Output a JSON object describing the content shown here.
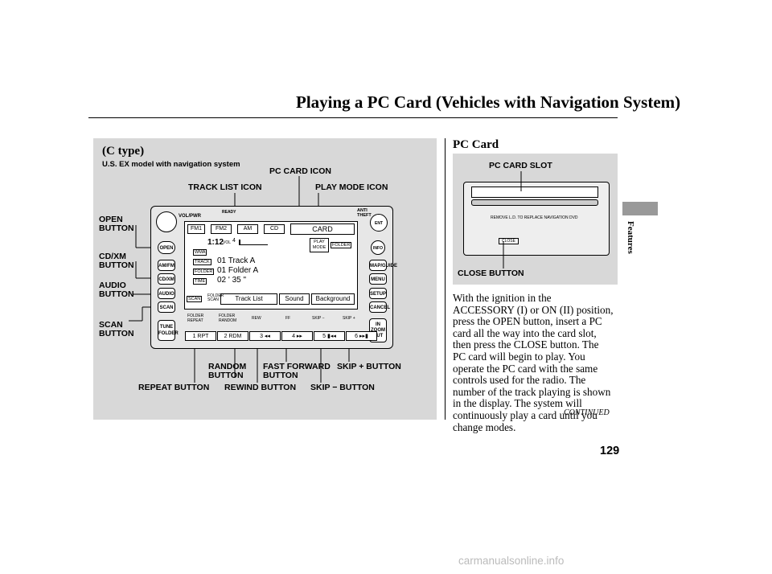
{
  "page": {
    "title": "Playing a PC Card (Vehicles with Navigation System)",
    "side_tab": "Features",
    "page_number": "129",
    "continued": "CONTINUED",
    "watermark": "carmanualsonline.info"
  },
  "left_figure": {
    "heading": "(C type)",
    "subheading": "U.S. EX model with navigation system",
    "callouts": {
      "pc_card_icon": "PC CARD ICON",
      "track_list_icon": "TRACK LIST ICON",
      "play_mode_icon": "PLAY MODE ICON",
      "open_button": [
        "OPEN",
        "BUTTON"
      ],
      "cdxm_button": [
        "CD/XM",
        "BUTTON"
      ],
      "audio_button": [
        "AUDIO",
        "BUTTON"
      ],
      "scan_button": [
        "SCAN",
        "BUTTON"
      ],
      "random_button": [
        "RANDOM",
        "BUTTON"
      ],
      "fast_forward_button": [
        "FAST FORWARD",
        "BUTTON"
      ],
      "skip_plus_button": "SKIP + BUTTON",
      "repeat_button": "REPEAT BUTTON",
      "rewind_button": "REWIND BUTTON",
      "skip_minus_button": "SKIP − BUTTON"
    },
    "unit": {
      "screen": {
        "modes": [
          "FM1",
          "FM2",
          "AM",
          "CD"
        ],
        "card_tab": "CARD",
        "time": "1:12",
        "vol": "VOL",
        "vol_num": "4",
        "tags": [
          "WMA",
          "TRACK",
          "FOLDER",
          "TIME"
        ],
        "lines": [
          "01  Track A",
          "01  Folder A",
          "02 ' 35 \""
        ],
        "play_mode": [
          "PLAY",
          "MODE"
        ],
        "folder_tag": "FOLDER",
        "softkeys": [
          "Track List",
          "Sound",
          "Background"
        ]
      },
      "left_buttons": [
        "OPEN",
        "AM/FM",
        "CD/XM",
        "AUDIO",
        "SCAN"
      ],
      "tune_folder": [
        "TUNE",
        "FOLDER"
      ],
      "right_buttons": [
        "ENT",
        "INFO",
        "MAP/GUIDE",
        "MENU",
        "SETUP",
        "CANCEL"
      ],
      "zoom": [
        "ZOOM",
        "IN",
        "OUT"
      ],
      "vol_pwr": "VOL/PWR",
      "anti_theft": [
        "ANTI",
        "THEFT"
      ],
      "ready": "READY",
      "scan_tag": "SCAN",
      "folder_scan": [
        "FOLDER",
        "SCAN"
      ],
      "preset_tops": [
        "FOLDER REPEAT",
        "FOLDER RANDOM",
        "REW",
        "FF",
        "SKIP −",
        "SKIP +"
      ],
      "presets": [
        "1 RPT",
        "2 RDM",
        "3 ◂◂",
        "4 ▸▸",
        "5 ▮◂◂",
        "6 ▸▸▮"
      ]
    }
  },
  "right_figure": {
    "heading": "PC Card",
    "callouts": {
      "pc_card_slot": "PC CARD SLOT",
      "close_button": "CLOSE BUTTON"
    },
    "device_text": "REMOVE L.D. TO REPLACE NAVIGATION DVD",
    "close_key": "CLOSE"
  },
  "body_text": [
    "With the ignition in the",
    "ACCESSORY (I) or ON (II) position,",
    "press the OPEN button, insert a PC",
    "card all the way into the card slot,",
    "then press the CLOSE button. The",
    "PC card will begin to play. You",
    "operate the PC card with the same",
    "controls used for the radio. The",
    "number of the track playing is shown",
    "in the display. The system will",
    "continuously play a card until you",
    "change modes."
  ]
}
